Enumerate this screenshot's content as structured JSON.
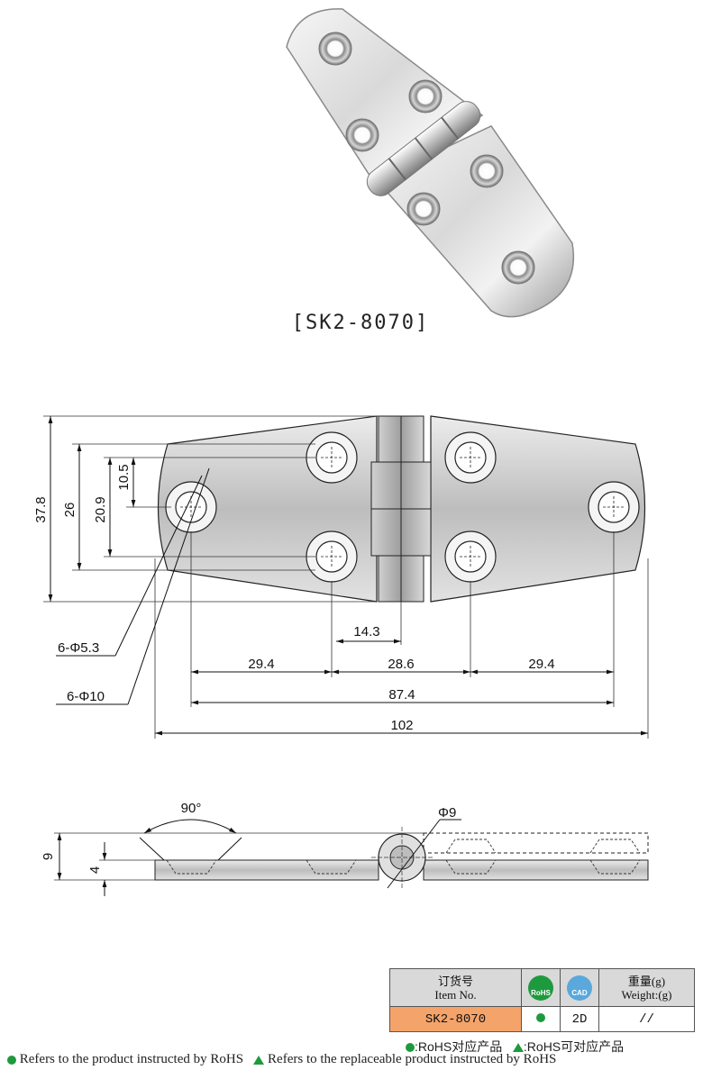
{
  "product": {
    "caption": "[SK2-8070]"
  },
  "drawing": {
    "dims": {
      "d37_8": "37.8",
      "d26": "26",
      "d20_9": "20.9",
      "d10_5": "10.5",
      "d14_3": "14.3",
      "d29_4_left": "29.4",
      "d28_6": "28.6",
      "d29_4_right": "29.4",
      "d87_4": "87.4",
      "d102": "102",
      "hole_small": "6-Φ5.3",
      "hole_large": "6-Φ10",
      "angle": "90°",
      "pin": "Φ9",
      "h9": "9",
      "h4": "4"
    }
  },
  "table": {
    "item_header_cn": "订货号",
    "item_header_en": "Item No.",
    "rohs_badge": "RoHS",
    "cad_badge": "CAD",
    "weight_header_cn": "重量(g)",
    "weight_header_en": "Weight:(g)",
    "item_no": "SK2-8070",
    "cad_value": "2D",
    "weight_value": "//"
  },
  "legend": {
    "rohs_cn": ":RoHS对应产品",
    "rohs_replace_cn": ":RoHS可对应产品",
    "rohs_en": "Refers to the product instructed by RoHS",
    "rohs_replace_en": "Refers to the replaceable product instructed by RoHS"
  },
  "colors": {
    "rohs_green": "#1e9a3e",
    "cad_blue": "#5aa8dc",
    "item_orange": "#f4a46a"
  }
}
